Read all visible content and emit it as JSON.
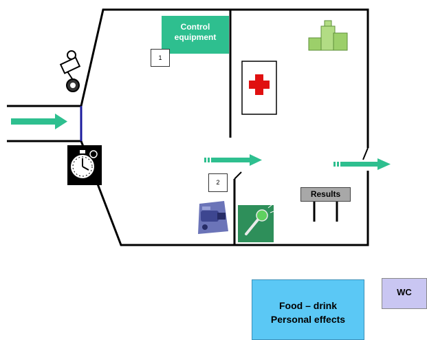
{
  "rooms": {
    "control_equipment": "Control equipment",
    "results": "Results",
    "food_personal": [
      "Food – drink",
      "Personal effects"
    ],
    "wc": "WC"
  },
  "markers": {
    "one": "1",
    "two": "2"
  },
  "icons": {
    "entry_arrow": "arrow-right-icon",
    "exit_arrows": "arrow-right-icon",
    "trophy": "podium-icon",
    "first_aid": "red-cross-icon",
    "stopwatch": "stopwatch-icon",
    "camera_operator": "camera-operator-icon",
    "video_camera": "video-camera-icon",
    "microphone": "microphone-icon"
  },
  "colors": {
    "arrow": "#2ebf8f",
    "control": "#2ebf8f",
    "food": "#5bc8f5",
    "wc": "#c9c6f2",
    "results": "#a8a8a8",
    "cross": "#e01010",
    "door": "#1b1b9e"
  }
}
